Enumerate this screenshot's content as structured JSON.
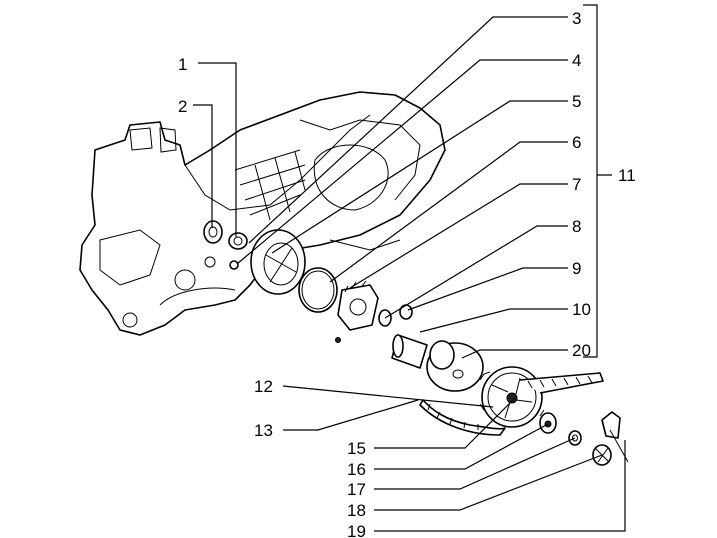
{
  "callouts": [
    {
      "id": "1",
      "label": "1"
    },
    {
      "id": "2",
      "label": "2"
    },
    {
      "id": "3",
      "label": "3"
    },
    {
      "id": "4",
      "label": "4"
    },
    {
      "id": "5",
      "label": "5"
    },
    {
      "id": "6",
      "label": "6"
    },
    {
      "id": "7",
      "label": "7"
    },
    {
      "id": "8",
      "label": "8"
    },
    {
      "id": "9",
      "label": "9"
    },
    {
      "id": "10",
      "label": "10"
    },
    {
      "id": "11",
      "label": "11"
    },
    {
      "id": "12",
      "label": "12"
    },
    {
      "id": "13",
      "label": "13"
    },
    {
      "id": "15",
      "label": "15"
    },
    {
      "id": "16",
      "label": "16"
    },
    {
      "id": "17",
      "label": "17"
    },
    {
      "id": "18",
      "label": "18"
    },
    {
      "id": "19",
      "label": "19"
    },
    {
      "id": "20",
      "label": "20"
    }
  ]
}
